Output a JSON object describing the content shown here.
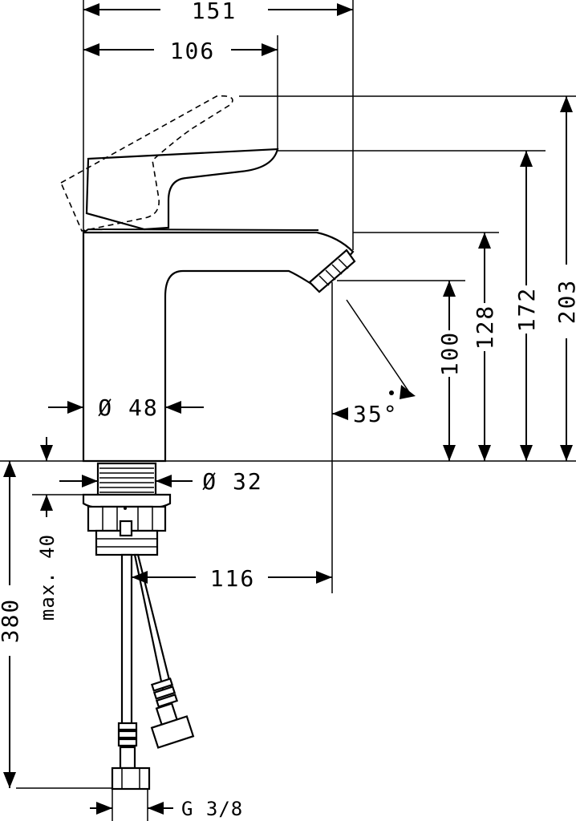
{
  "dimensions": {
    "overall_width": "151",
    "handle_reach": "106",
    "height_handle_open": "203",
    "height_handle_closed": "172",
    "height_spout_top": "128",
    "height_spout_outlet": "100",
    "body_diameter": "Ø 48",
    "shank_diameter": "Ø 32",
    "spout_angle": "35°",
    "projection": "116",
    "max_thickness": "max. 40",
    "hose_length": "380",
    "connection_thread": "G 3/8"
  }
}
